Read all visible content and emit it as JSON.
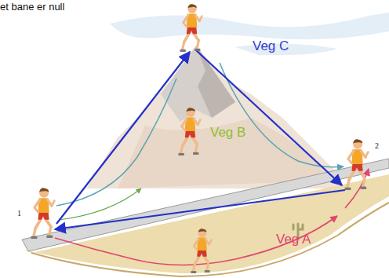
{
  "diagram": {
    "labels": [
      "et bane er null",
      "Veg C",
      "Veg B",
      "Veg A",
      "1",
      "2"
    ]
  }
}
